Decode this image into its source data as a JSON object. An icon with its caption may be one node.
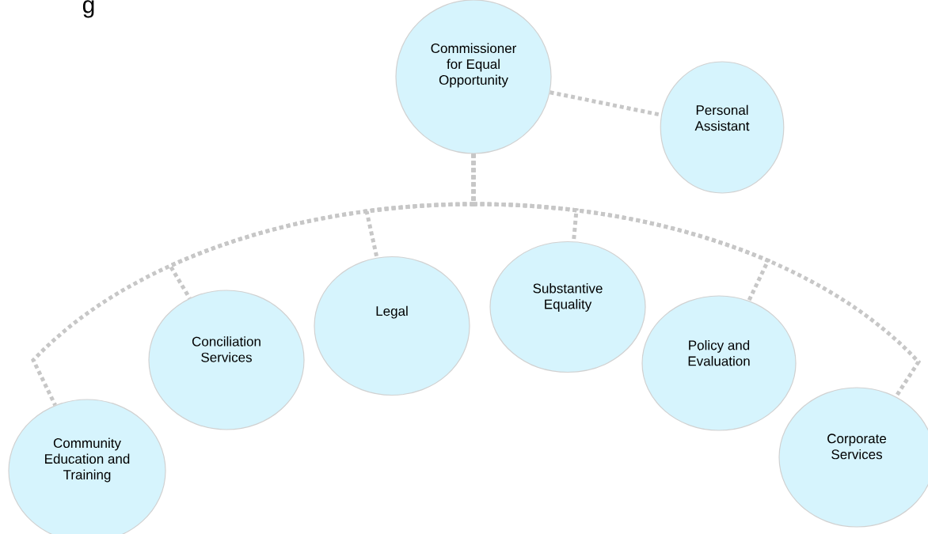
{
  "diagram": {
    "nodes": [
      {
        "text": [
          "Commissioner for Equal Opportunity"
        ]
      },
      {
        "text": [
          "Personal Assistant"
        ]
      },
      {
        "text": [
          "Community Education and Training"
        ]
      },
      {
        "text": [
          "Conciliation Services"
        ]
      },
      {
        "text": [
          "Legal"
        ]
      },
      {
        "text": [
          "Substantive Equality"
        ]
      },
      {
        "text": [
          "Policy and Evaluation"
        ]
      },
      {
        "text": [
          "Corporate Services"
        ]
      }
    ],
    "edges": [
      {
        "from": 0,
        "to": 1,
        "arrow": "none"
      },
      {
        "from": 0,
        "to": 2,
        "arrow": "none"
      },
      {
        "from": 0,
        "to": 3,
        "arrow": "none"
      },
      {
        "from": 0,
        "to": 4,
        "arrow": "none"
      },
      {
        "from": 0,
        "to": 5,
        "arrow": "none"
      },
      {
        "from": 0,
        "to": 6,
        "arrow": "none"
      },
      {
        "from": 0,
        "to": 7,
        "arrow": "none"
      }
    ],
    "labels": [
      "g"
    ]
  }
}
